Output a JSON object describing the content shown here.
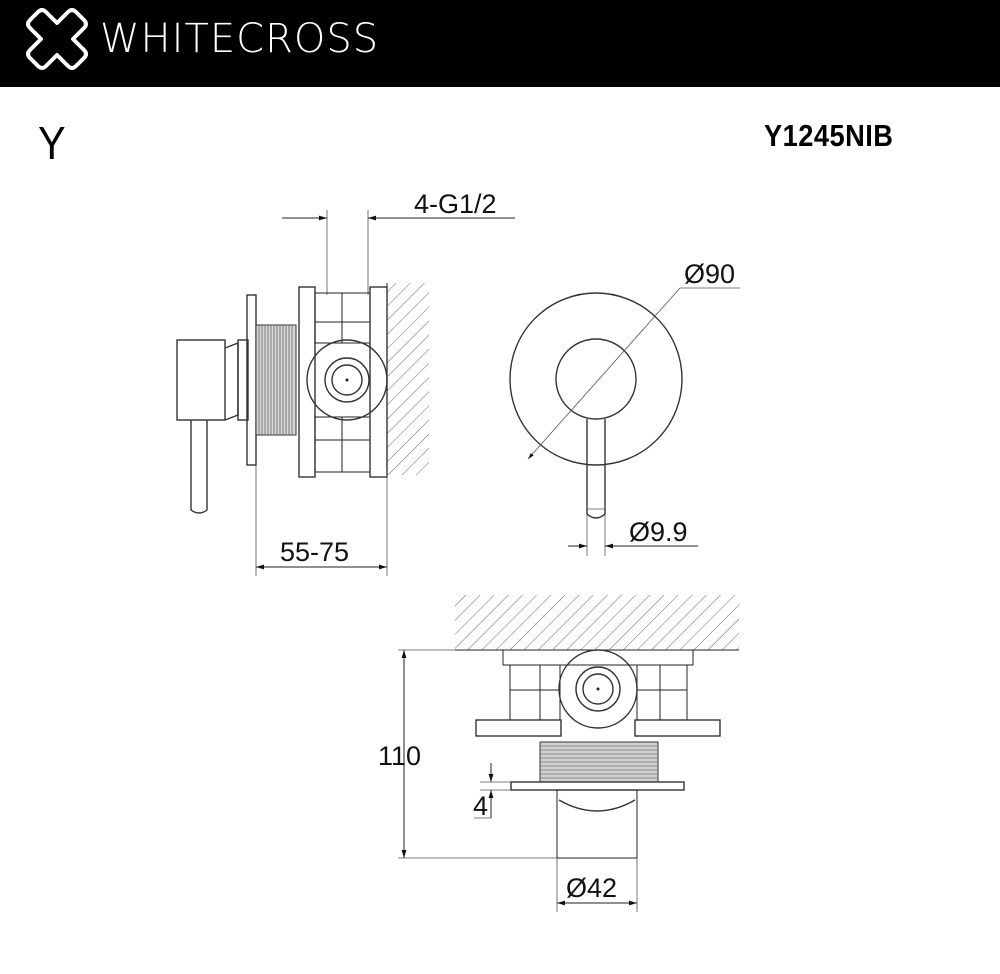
{
  "header": {
    "brand_name": "WHITECROSS",
    "logo_icon": "cross-outline-icon",
    "background_color": "#000000",
    "text_color": "#ffffff"
  },
  "sheet": {
    "series_letter": "Y",
    "model_code": "Y1245NIB"
  },
  "side_view": {
    "dim_inlet": "4-G1/2",
    "dim_depth": "55-75"
  },
  "front_view": {
    "dim_plate_diameter": "Ø90",
    "dim_handle_diameter": "Ø9.9"
  },
  "top_view": {
    "dim_height": "110",
    "dim_plate_thickness": "4",
    "dim_body_diameter": "Ø42"
  }
}
